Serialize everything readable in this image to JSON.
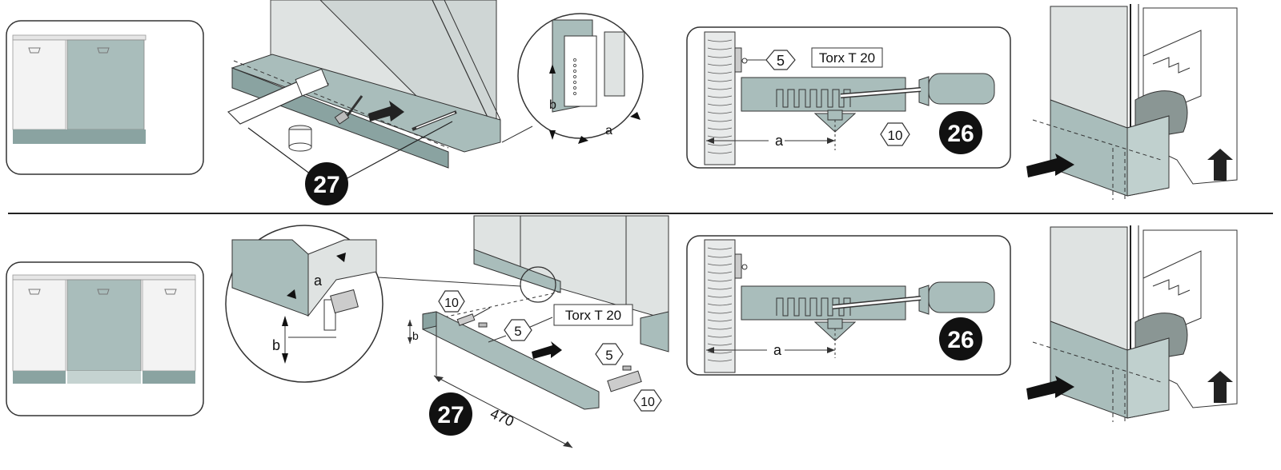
{
  "top": {
    "step_badge_left": "27",
    "step_badge_right": "26",
    "hex_screw": "5",
    "hex_bracket": "10",
    "tool_label": "Torx T 20",
    "dim_a_detail": "a",
    "dim_b_detail": "b",
    "dim_a_bracket": "a"
  },
  "bottom": {
    "step_badge_left": "27",
    "step_badge_right": "26",
    "hex_10_top": "10",
    "hex_5_mid": "5",
    "hex_5_right": "5",
    "hex_10_right": "10",
    "tool_label": "Torx T 20",
    "dim_a_detail": "a",
    "dim_b_detail": "b",
    "dim_b_plinth": "b",
    "dim_length": "470",
    "dim_a_bracket": "a"
  },
  "colors": {
    "panel_fill": "#a9bdbb",
    "panel_dark": "#7f9795",
    "wall_fill": "#dfe3e2",
    "badge": "#111111",
    "line": "#222222"
  }
}
